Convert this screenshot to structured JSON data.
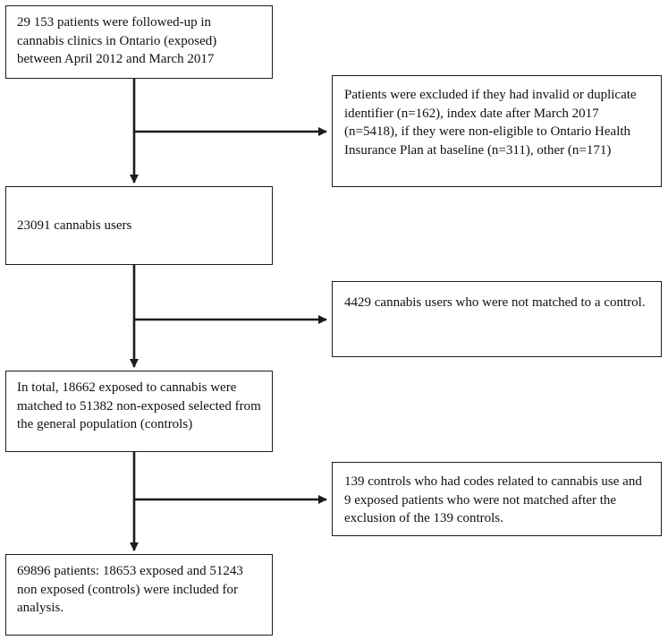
{
  "flowchart": {
    "main_boxes": [
      {
        "id": "followed-up",
        "text": "29 153 patients were followed-up in cannabis clinics in Ontario (exposed) between April 2012 and March 2017"
      },
      {
        "id": "cannabis-users",
        "text": "23091 cannabis users"
      },
      {
        "id": "matched",
        "text": "In total, 18662 exposed to cannabis were matched to 51382 non-exposed selected from the general population (controls)"
      },
      {
        "id": "included-for-analysis",
        "text": "69896 patients: 18653 exposed and 51243 non exposed (controls) were included for analysis."
      }
    ],
    "exclusion_boxes": [
      {
        "id": "excluded-invalid",
        "text": "Patients were excluded if they had invalid or duplicate identifier (n=162), index date after March 2017 (n=5418), if they were non-eligible to Ontario Health Insurance Plan at baseline (n=311), other (n=171)"
      },
      {
        "id": "not-matched",
        "text": "4429 cannabis users who were not matched to a control."
      },
      {
        "id": "controls-with-codes",
        "text": "139 controls who had codes related to cannabis use and 9 exposed patients who were not matched after the exclusion of the 139 controls."
      }
    ],
    "line_color": "#1c1c1c"
  }
}
